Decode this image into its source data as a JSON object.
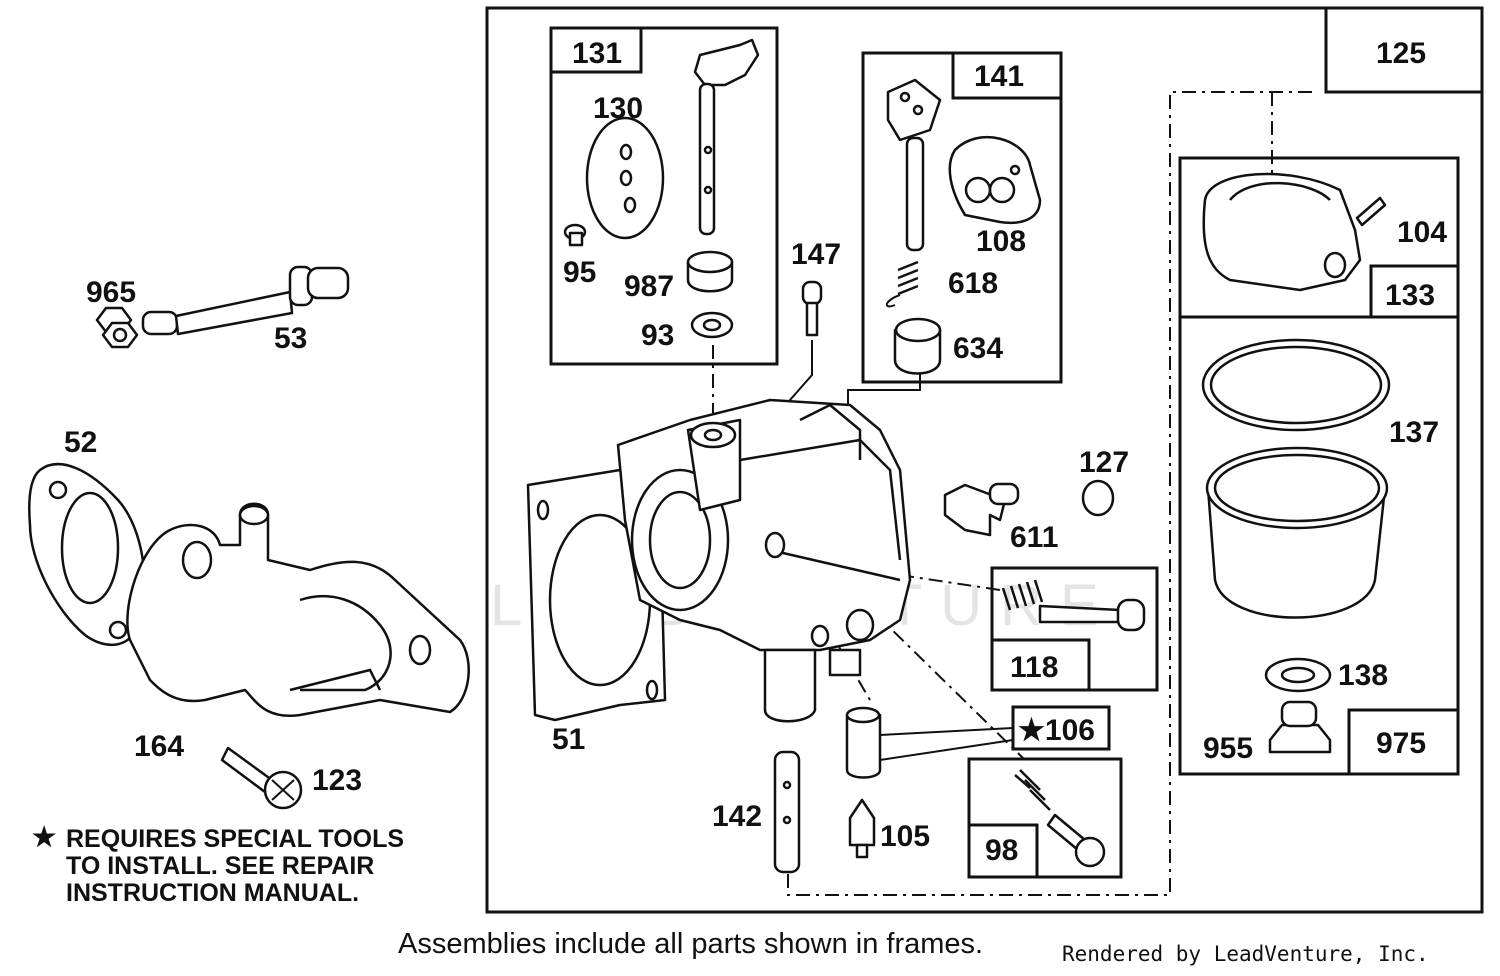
{
  "watermark": "LEADVENTURE",
  "labels": {
    "p965": "965",
    "p53": "53",
    "p52": "52",
    "p164": "164",
    "p123": "123",
    "p51": "51",
    "p131": "131",
    "p130": "130",
    "p95": "95",
    "p987": "987",
    "p93": "93",
    "p147": "147",
    "p141": "141",
    "p108": "108",
    "p618": "618",
    "p634": "634",
    "p127": "127",
    "p611": "611",
    "p118": "118",
    "p106": "★106",
    "p98": "98",
    "p142": "142",
    "p105": "105",
    "p125": "125",
    "p104": "104",
    "p133": "133",
    "p137": "137",
    "p138": "138",
    "p955": "955",
    "p975": "975"
  },
  "note": {
    "star": "★",
    "line1": "REQUIRES SPECIAL TOOLS",
    "line2": "TO INSTALL.  SEE REPAIR",
    "line3": "INSTRUCTION MANUAL."
  },
  "footer": {
    "caption": "Assemblies include all parts shown in frames.",
    "rendered_by": "Rendered by LeadVenture, Inc."
  }
}
